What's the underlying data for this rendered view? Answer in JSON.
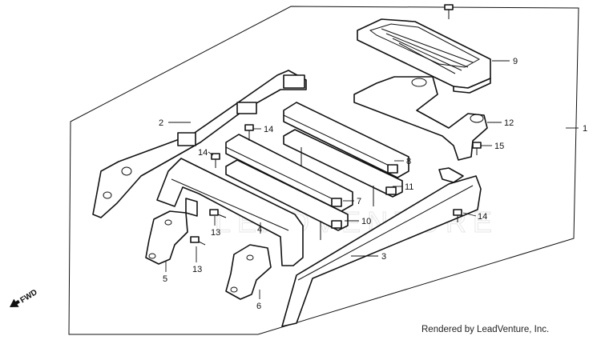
{
  "credit": "Rendered by LeadVenture, Inc.",
  "watermark": "LEADVENTURE",
  "direction": {
    "label": "FWD",
    "icon": "forward-arrow-icon"
  },
  "callouts": [
    {
      "id": "c1",
      "text": "1"
    },
    {
      "id": "c2",
      "text": "2"
    },
    {
      "id": "c3",
      "text": "3"
    },
    {
      "id": "c4",
      "text": "4"
    },
    {
      "id": "c5",
      "text": "5"
    },
    {
      "id": "c6",
      "text": "6"
    },
    {
      "id": "c7",
      "text": "7"
    },
    {
      "id": "c8",
      "text": "8"
    },
    {
      "id": "c9",
      "text": "9"
    },
    {
      "id": "c10",
      "text": "10"
    },
    {
      "id": "c11",
      "text": "11"
    },
    {
      "id": "c12",
      "text": "12"
    },
    {
      "id": "c13a",
      "text": "13"
    },
    {
      "id": "c13b",
      "text": "13"
    },
    {
      "id": "c14a",
      "text": "14"
    },
    {
      "id": "c14b",
      "text": "14"
    },
    {
      "id": "c14c",
      "text": "14"
    },
    {
      "id": "c15",
      "text": "15"
    }
  ]
}
